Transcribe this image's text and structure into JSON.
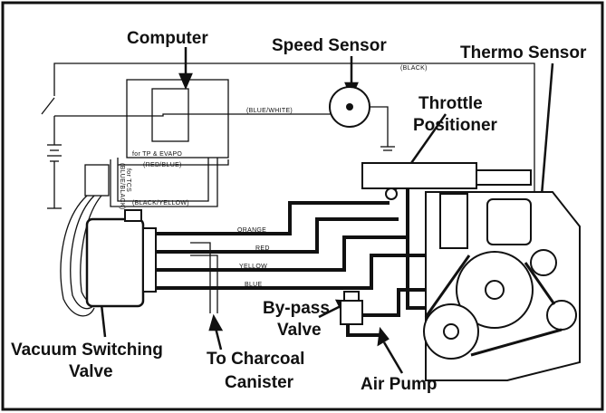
{
  "callouts": {
    "computer": "Computer",
    "speed_sensor": "Speed Sensor",
    "thermo_sensor": "Thermo Sensor",
    "throttle_positioner_line1": "Throttle",
    "throttle_positioner_line2": "Positioner",
    "bypass_valve_line1": "By-pass",
    "bypass_valve_line2": "Valve",
    "vacuum_switching_valve_line1": "Vacuum Switching",
    "vacuum_switching_valve_line2": "Valve",
    "charcoal_canister_line1": "To Charcoal",
    "charcoal_canister_line2": "Canister",
    "air_pump": "Air Pump"
  },
  "wire_labels": {
    "black": "(BLACK)",
    "blue_white": "(BLUE/WHITE)",
    "for_tp_evapo": "for TP & EVAPO",
    "red_blue": "(RED/BLUE)",
    "for_tcs": "for TCS",
    "blue_black": "(BLUE/BLACK)",
    "black_yellow": "(BLACK/YELLOW)",
    "orange": "ORANGE",
    "red": "RED",
    "yellow": "YELLOW",
    "blue": "BLUE"
  },
  "colors": {
    "ink": "#111111",
    "paper": "#ffffff"
  }
}
